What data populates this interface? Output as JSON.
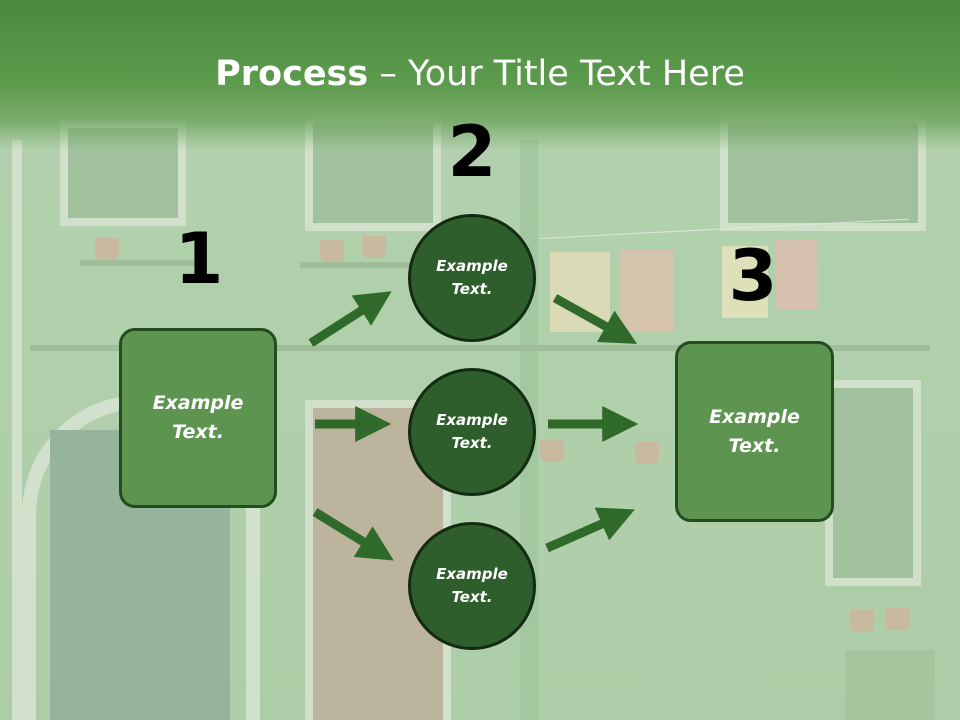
{
  "title": {
    "bold": "Process",
    "rest": " – Your Title Text Here"
  },
  "steps": [
    {
      "number": "1",
      "text": "Example\nText."
    },
    {
      "number": "2"
    },
    {
      "number": "3",
      "text": "Example\nText."
    }
  ],
  "circles": [
    {
      "text": "Example\nText."
    },
    {
      "text": "Example\nText."
    },
    {
      "text": "Example\nText."
    }
  ],
  "colors": {
    "title_band": "#5c9a4c",
    "box_fill": "#5c9450",
    "box_border": "#234d1e",
    "circle_fill": "#2d5e2b",
    "circle_border": "#142a12",
    "arrow": "#2f6a2a"
  }
}
